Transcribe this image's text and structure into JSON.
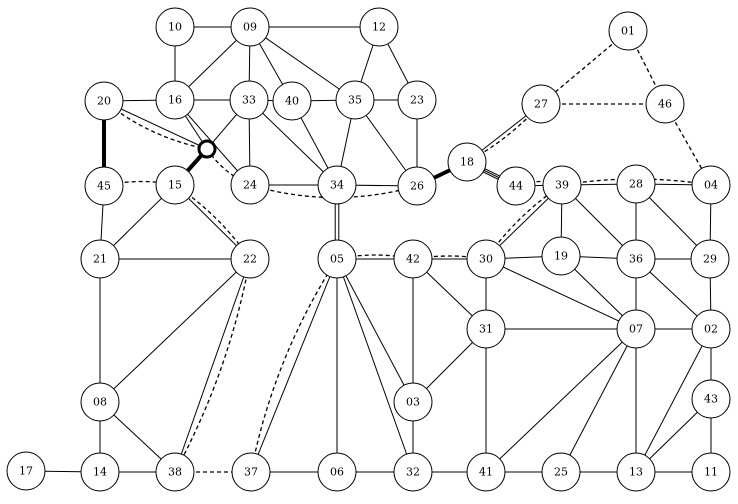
{
  "nodes": [
    {
      "id": "10"
    },
    {
      "id": "09"
    },
    {
      "id": "12"
    },
    {
      "id": "01"
    },
    {
      "id": "20"
    },
    {
      "id": "16"
    },
    {
      "id": "33"
    },
    {
      "id": "40"
    },
    {
      "id": "35"
    },
    {
      "id": "23"
    },
    {
      "id": "27"
    },
    {
      "id": "46"
    },
    {
      "id": "18"
    },
    {
      "id": "45"
    },
    {
      "id": "15"
    },
    {
      "id": "24"
    },
    {
      "id": "34"
    },
    {
      "id": "26"
    },
    {
      "id": "44"
    },
    {
      "id": "39"
    },
    {
      "id": "28"
    },
    {
      "id": "04"
    },
    {
      "id": "21"
    },
    {
      "id": "22"
    },
    {
      "id": "05"
    },
    {
      "id": "42"
    },
    {
      "id": "30"
    },
    {
      "id": "19"
    },
    {
      "id": "36"
    },
    {
      "id": "29"
    },
    {
      "id": "31"
    },
    {
      "id": "07"
    },
    {
      "id": "02"
    },
    {
      "id": "08"
    },
    {
      "id": "03"
    },
    {
      "id": "43"
    },
    {
      "id": "17"
    },
    {
      "id": "14"
    },
    {
      "id": "38"
    },
    {
      "id": "37"
    },
    {
      "id": "06"
    },
    {
      "id": "32"
    },
    {
      "id": "41"
    },
    {
      "id": "25"
    },
    {
      "id": "13"
    },
    {
      "id": "11"
    }
  ],
  "edges": [
    [
      "10",
      "09"
    ],
    [
      "09",
      "12"
    ],
    [
      "10",
      "16"
    ],
    [
      "09",
      "16"
    ],
    [
      "09",
      "33"
    ],
    [
      "09",
      "40"
    ],
    [
      "09",
      "35"
    ],
    [
      "12",
      "35"
    ],
    [
      "12",
      "23"
    ],
    [
      "20",
      "16"
    ],
    [
      "16",
      "33"
    ],
    [
      "33",
      "40"
    ],
    [
      "40",
      "35"
    ],
    [
      "35",
      "23"
    ],
    [
      "20",
      "hub"
    ],
    [
      "16",
      "hub"
    ],
    [
      "16",
      "24"
    ],
    [
      "33",
      "hub"
    ],
    [
      "33",
      "24"
    ],
    [
      "33",
      "34"
    ],
    [
      "40",
      "34"
    ],
    [
      "35",
      "34"
    ],
    [
      "35",
      "26"
    ],
    [
      "23",
      "26"
    ],
    [
      "24",
      "34"
    ],
    [
      "34",
      "26"
    ],
    [
      "27",
      "18"
    ],
    [
      "18",
      "44"
    ],
    [
      "44",
      "39"
    ],
    [
      "39",
      "28"
    ],
    [
      "28",
      "04"
    ],
    [
      "45",
      "21"
    ],
    [
      "15",
      "21"
    ],
    [
      "15",
      "22"
    ],
    [
      "21",
      "22"
    ],
    [
      "21",
      "08"
    ],
    [
      "08",
      "22"
    ],
    [
      "22",
      "38"
    ],
    [
      "08",
      "14"
    ],
    [
      "08",
      "38"
    ],
    [
      "17",
      "14"
    ],
    [
      "14",
      "38"
    ],
    [
      "37",
      "06"
    ],
    [
      "06",
      "32"
    ],
    [
      "32",
      "41"
    ],
    [
      "41",
      "25"
    ],
    [
      "25",
      "13"
    ],
    [
      "13",
      "11"
    ],
    [
      "05",
      "42"
    ],
    [
      "42",
      "30"
    ],
    [
      "30",
      "19"
    ],
    [
      "19",
      "36"
    ],
    [
      "36",
      "29"
    ],
    [
      "05",
      "37"
    ],
    [
      "05",
      "06"
    ],
    [
      "05",
      "32"
    ],
    [
      "05",
      "03"
    ],
    [
      "42",
      "03"
    ],
    [
      "42",
      "31"
    ],
    [
      "03",
      "32"
    ],
    [
      "03",
      "31"
    ],
    [
      "31",
      "41"
    ],
    [
      "30",
      "31"
    ],
    [
      "31",
      "07"
    ],
    [
      "07",
      "02"
    ],
    [
      "30",
      "07"
    ],
    [
      "30",
      "39"
    ],
    [
      "39",
      "19"
    ],
    [
      "39",
      "36"
    ],
    [
      "19",
      "07"
    ],
    [
      "36",
      "07"
    ],
    [
      "36",
      "02"
    ],
    [
      "28",
      "36"
    ],
    [
      "28",
      "29"
    ],
    [
      "04",
      "29"
    ],
    [
      "29",
      "02"
    ],
    [
      "02",
      "43"
    ],
    [
      "43",
      "11"
    ],
    [
      "43",
      "13"
    ],
    [
      "02",
      "13"
    ],
    [
      "07",
      "13"
    ],
    [
      "07",
      "25"
    ],
    [
      "07",
      "41"
    ]
  ],
  "dashed_edges": [
    [
      "01",
      "27"
    ],
    [
      "01",
      "46"
    ],
    [
      "27",
      "46"
    ],
    [
      "46",
      "04"
    ],
    [
      "27",
      "18"
    ],
    [
      "20",
      "hub"
    ],
    [
      "45",
      "15"
    ],
    [
      "15",
      "22"
    ],
    [
      "22",
      "38"
    ],
    [
      "38",
      "37"
    ],
    [
      "37",
      "05"
    ],
    [
      "05",
      "42"
    ],
    [
      "42",
      "30"
    ],
    [
      "30",
      "39"
    ],
    [
      "44",
      "39"
    ],
    [
      "39",
      "04"
    ],
    [
      "24",
      "26"
    ],
    [
      "hub",
      "24"
    ]
  ],
  "thick_edges": [
    [
      "20",
      "45"
    ],
    [
      "hub",
      "15"
    ],
    [
      "26",
      "18"
    ]
  ],
  "double_edges": [
    [
      "34",
      "05"
    ],
    [
      "18",
      "44"
    ]
  ]
}
